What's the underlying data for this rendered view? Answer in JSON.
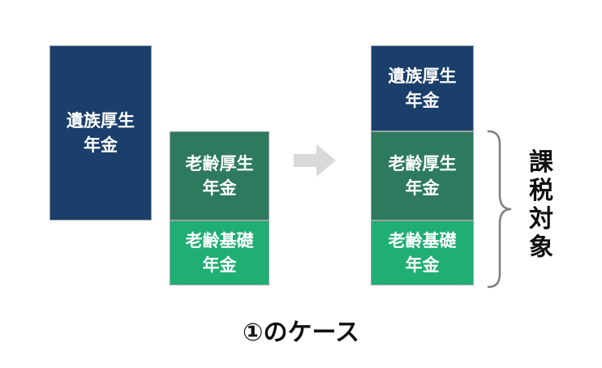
{
  "left_stack": {
    "survivor": "遺族厚生\n年金",
    "old_age_employee": "老齢厚生\n年金",
    "old_age_basic": "老齢基礎\n年金"
  },
  "right_stack": {
    "survivor": "遺族厚生\n年金",
    "old_age_employee": "老齢厚生\n年金",
    "old_age_basic": "老齢基礎\n年金"
  },
  "bracket_label": "課税対象",
  "caption": "①のケース",
  "colors": {
    "navy": "#1b3f6b",
    "dark_green": "#2e7a5f",
    "bright_green": "#1fae74",
    "arrow": "#d9d9d9",
    "brace": "#7f7f7f"
  }
}
